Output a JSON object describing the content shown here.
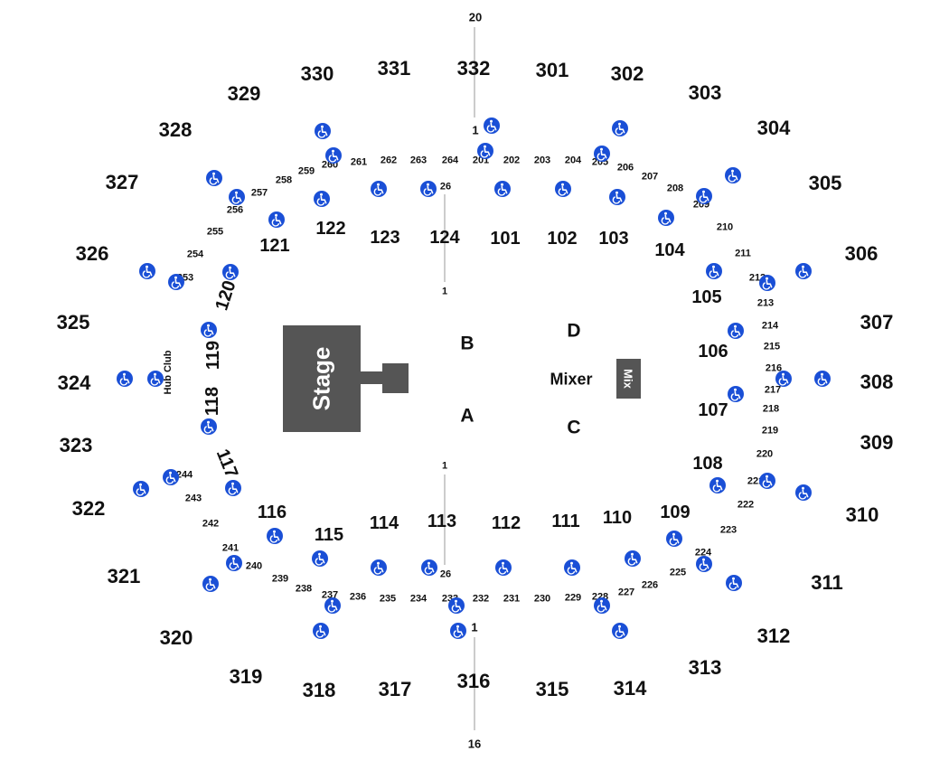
{
  "stage": {
    "label": "Stage"
  },
  "mixer": {
    "label": "Mixer",
    "box_label": "Mix"
  },
  "hub_club": {
    "label": "Hub Club"
  },
  "floor_sections": {
    "A": "A",
    "B": "B",
    "C": "C",
    "D": "D"
  },
  "ticks": {
    "top": "20",
    "bottom": "16",
    "upper_one": "1",
    "lower_one": "1",
    "row_top_26": "26",
    "row_bottom_26": "26",
    "row_top_1": "1",
    "row_bottom_1": "1"
  },
  "sections_300": [
    "330",
    "331",
    "332",
    "301",
    "302",
    "303",
    "304",
    "305",
    "306",
    "307",
    "308",
    "309",
    "310",
    "311",
    "312",
    "313",
    "314",
    "315",
    "316",
    "317",
    "318",
    "319",
    "320",
    "321",
    "322",
    "323",
    "324",
    "325",
    "326",
    "327",
    "328",
    "329"
  ],
  "sections_200": [
    "261",
    "262",
    "263",
    "264",
    "201",
    "202",
    "203",
    "204",
    "205",
    "206",
    "207",
    "208",
    "209",
    "210",
    "211",
    "212",
    "213",
    "214",
    "215",
    "216",
    "217",
    "218",
    "219",
    "220",
    "221",
    "222",
    "223",
    "224",
    "225",
    "226",
    "227",
    "228",
    "229",
    "230",
    "231",
    "232",
    "233",
    "234",
    "235",
    "236",
    "237",
    "238",
    "239",
    "240",
    "241",
    "242",
    "243",
    "244",
    "253",
    "254",
    "255",
    "256",
    "257",
    "258",
    "259",
    "260"
  ],
  "sections_100": [
    "122",
    "123",
    "124",
    "101",
    "102",
    "103",
    "104",
    "105",
    "106",
    "107",
    "108",
    "109",
    "110",
    "111",
    "112",
    "113",
    "114",
    "115",
    "116",
    "117",
    "118",
    "119",
    "120",
    "121"
  ],
  "accessible_icon": "wheelchair-icon",
  "colors": {
    "accessible": "#1a4fd6",
    "stage": "#555555",
    "text": "#111111"
  }
}
